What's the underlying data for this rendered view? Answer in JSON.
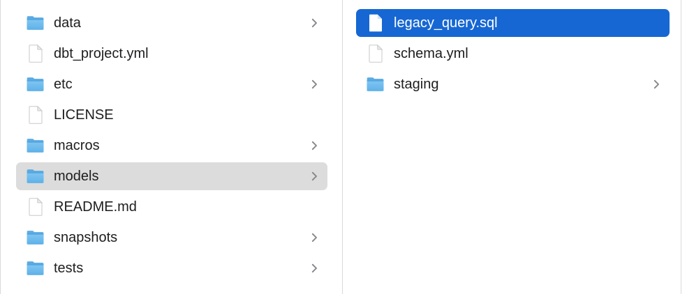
{
  "app": "finder-column-view",
  "colors": {
    "selection_active_blue": "#1667d3",
    "selection_inactive_gray": "#dcdcdc",
    "divider_gray": "#d9d9d9",
    "text_primary": "#1d1d1f",
    "text_selected": "#ffffff",
    "chevron_gray": "#85858b",
    "folder_blue_top": "#55a8e2",
    "folder_blue_body_light": "#85c9f2",
    "folder_blue_body_dark": "#5fb1e9",
    "document_border": "#c9c9c9",
    "document_fill": "#ffffff",
    "document_fold": "#ececec"
  },
  "columns": [
    {
      "id": "left",
      "items": [
        {
          "label": "data",
          "type": "folder",
          "has_chevron": true,
          "selected": "none"
        },
        {
          "label": "dbt_project.yml",
          "type": "file",
          "has_chevron": false,
          "selected": "none"
        },
        {
          "label": "etc",
          "type": "folder",
          "has_chevron": true,
          "selected": "none"
        },
        {
          "label": "LICENSE",
          "type": "file",
          "has_chevron": false,
          "selected": "none"
        },
        {
          "label": "macros",
          "type": "folder",
          "has_chevron": true,
          "selected": "none"
        },
        {
          "label": "models",
          "type": "folder",
          "has_chevron": true,
          "selected": "inactive"
        },
        {
          "label": "README.md",
          "type": "file",
          "has_chevron": false,
          "selected": "none"
        },
        {
          "label": "snapshots",
          "type": "folder",
          "has_chevron": true,
          "selected": "none"
        },
        {
          "label": "tests",
          "type": "folder",
          "has_chevron": true,
          "selected": "none"
        }
      ]
    },
    {
      "id": "right",
      "items": [
        {
          "label": "legacy_query.sql",
          "type": "file",
          "has_chevron": false,
          "selected": "active"
        },
        {
          "label": "schema.yml",
          "type": "file",
          "has_chevron": false,
          "selected": "none"
        },
        {
          "label": "staging",
          "type": "folder",
          "has_chevron": true,
          "selected": "none"
        }
      ]
    }
  ]
}
